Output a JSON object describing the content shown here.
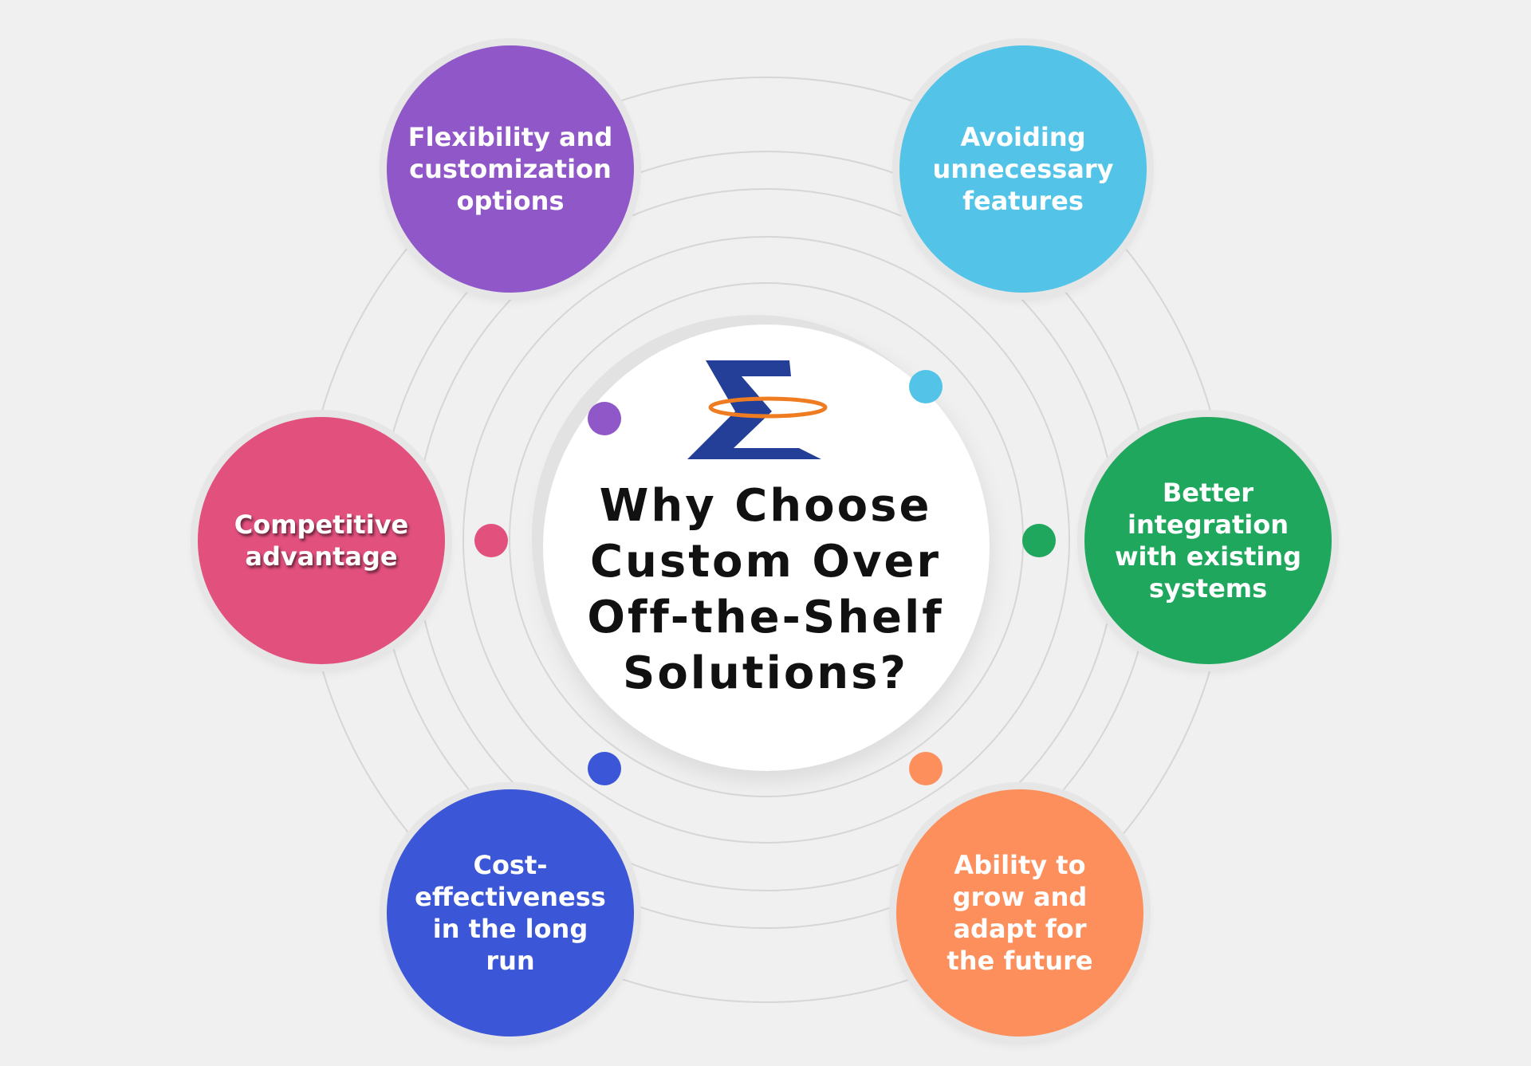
{
  "title_lines": [
    "Why Choose",
    "Custom Over",
    "Off-the-Shelf",
    "Solutions?"
  ],
  "logo": {
    "icon": "sigma-logo-icon",
    "colors": {
      "sigma": "#233f97",
      "ring": "#f07c22"
    }
  },
  "items": [
    {
      "id": "flexibility",
      "lines": [
        "Flexibility and",
        "customization",
        "options"
      ],
      "color": "#8f57c8",
      "shadow": false
    },
    {
      "id": "avoiding",
      "lines": [
        "Avoiding",
        "unnecessary",
        "features"
      ],
      "color": "#53c3e8",
      "shadow": false
    },
    {
      "id": "integration",
      "lines": [
        "Better",
        "integration",
        "with existing",
        "systems"
      ],
      "color": "#1fa85d",
      "shadow": false
    },
    {
      "id": "growth",
      "lines": [
        "Ability to",
        "grow and",
        "adapt for",
        "the future"
      ],
      "color": "#fc8f5b",
      "shadow": false
    },
    {
      "id": "cost",
      "lines": [
        "Cost-",
        "effectiveness",
        "in the long",
        "run"
      ],
      "color": "#3b57d8",
      "shadow": false
    },
    {
      "id": "competitive",
      "lines": [
        "Competitive",
        "advantage"
      ],
      "color": "#e2507e",
      "shadow": true
    }
  ]
}
